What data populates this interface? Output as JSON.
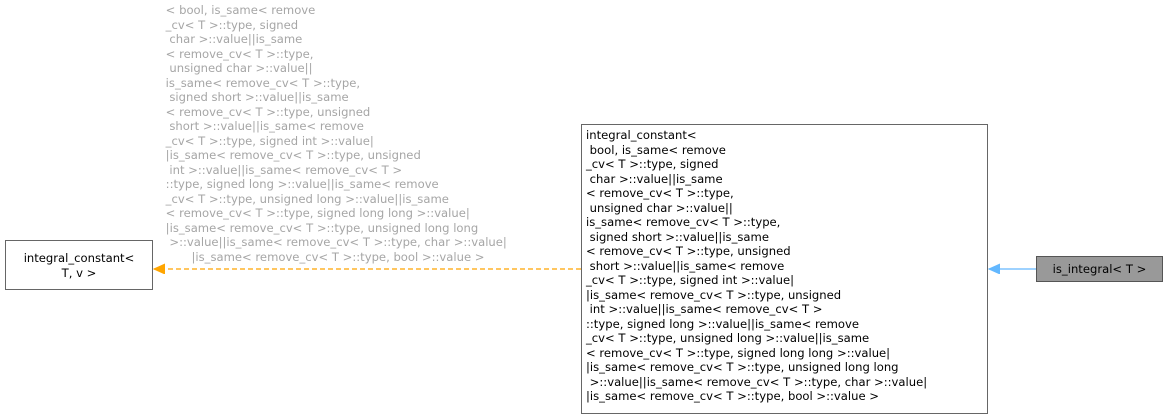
{
  "diagram": {
    "nodes": {
      "base": {
        "lines": [
          "integral_constant<",
          "T, v >"
        ],
        "highlighted": false
      },
      "intermediate": {
        "lines": [
          "integral_constant<",
          " bool, is_same< remove",
          "_cv< T >::type, signed",
          " char >::value||is_same",
          "< remove_cv< T >::type,",
          " unsigned char >::value||",
          "is_same< remove_cv< T >::type,",
          " signed short >::value||is_same",
          "< remove_cv< T >::type, unsigned",
          " short >::value||is_same< remove",
          "_cv< T >::type, signed int >::value|",
          "|is_same< remove_cv< T >::type, unsigned",
          " int >::value||is_same< remove_cv< T >",
          "::type, signed long >::value||is_same< remove",
          "_cv< T >::type, unsigned long >::value||is_same",
          "< remove_cv< T >::type, signed long long >::value|",
          "|is_same< remove_cv< T >::type, unsigned long long",
          " >::value||is_same< remove_cv< T >::type, char >::value|",
          "|is_same< remove_cv< T >::type, bool >::value >"
        ],
        "highlighted": false
      },
      "derived": {
        "lines": [
          "is_integral< T >"
        ],
        "highlighted": true
      }
    },
    "edges": [
      {
        "from": "derived",
        "to": "intermediate",
        "style": "solid",
        "color": "#63b8ff"
      },
      {
        "from": "intermediate",
        "to": "base",
        "style": "dashed",
        "color": "#ffa500",
        "label_lines": [
          " < bool, is_same< remove",
          " _cv< T >::type, signed",
          "  char >::value||is_same",
          " < remove_cv< T >::type,",
          "  unsigned char >::value||",
          " is_same< remove_cv< T >::type,",
          "  signed short >::value||is_same",
          " < remove_cv< T >::type, unsigned",
          "  short >::value||is_same< remove",
          " _cv< T >::type, signed int >::value|",
          " |is_same< remove_cv< T >::type, unsigned",
          "  int >::value||is_same< remove_cv< T >",
          " ::type, signed long >::value||is_same< remove",
          " _cv< T >::type, unsigned long >::value||is_same",
          " < remove_cv< T >::type, signed long long >::value|",
          " |is_same< remove_cv< T >::type, unsigned long long",
          "  >::value||is_same< remove_cv< T >::type, char >::value|",
          "        |is_same< remove_cv< T >::type, bool >::value >"
        ],
        "label_color": "#a6a6a6"
      }
    ]
  }
}
